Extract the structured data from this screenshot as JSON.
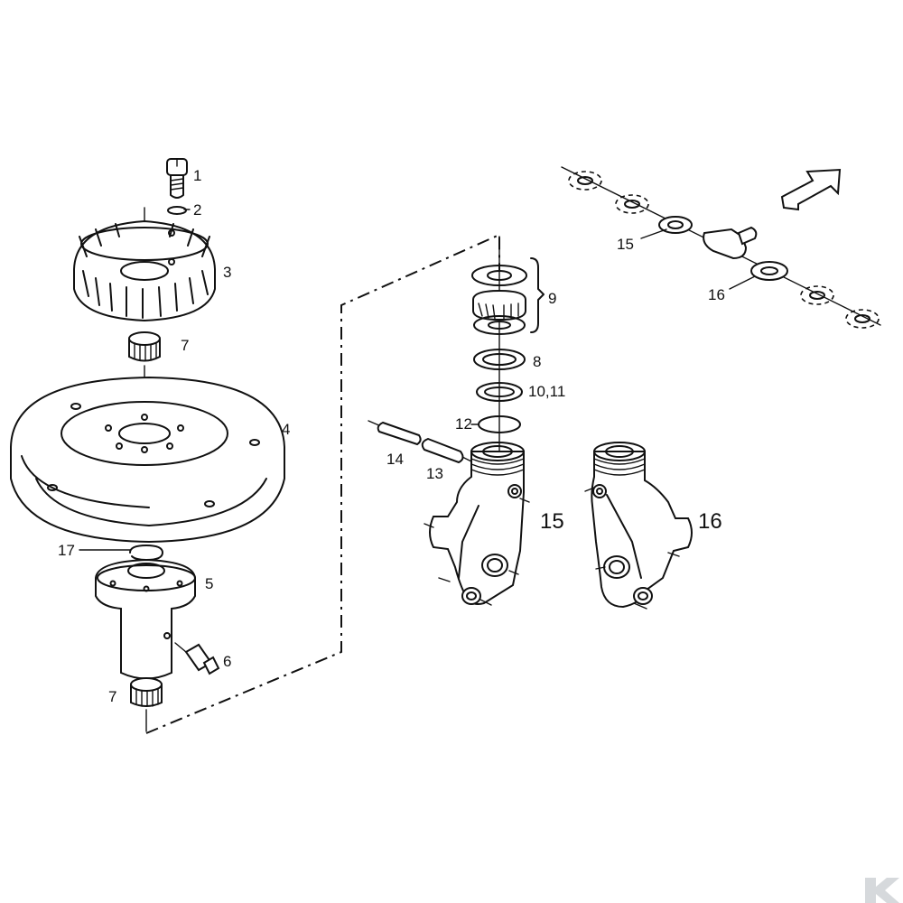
{
  "labels": {
    "l1": "1",
    "l2": "2",
    "l3": "3",
    "l7a": "7",
    "l4": "4",
    "l17": "17",
    "l5": "5",
    "l6": "6",
    "l7b": "7",
    "l9": "9",
    "l8": "8",
    "l10_11": "10,11",
    "l12": "12",
    "l14": "14",
    "l13": "13",
    "l15": "15",
    "l16": "16",
    "l15_inset": "15",
    "l16_inset": "16"
  },
  "icons": {
    "direction_arrow": "direction-arrow-icon",
    "watermark": "k-logo-watermark"
  }
}
